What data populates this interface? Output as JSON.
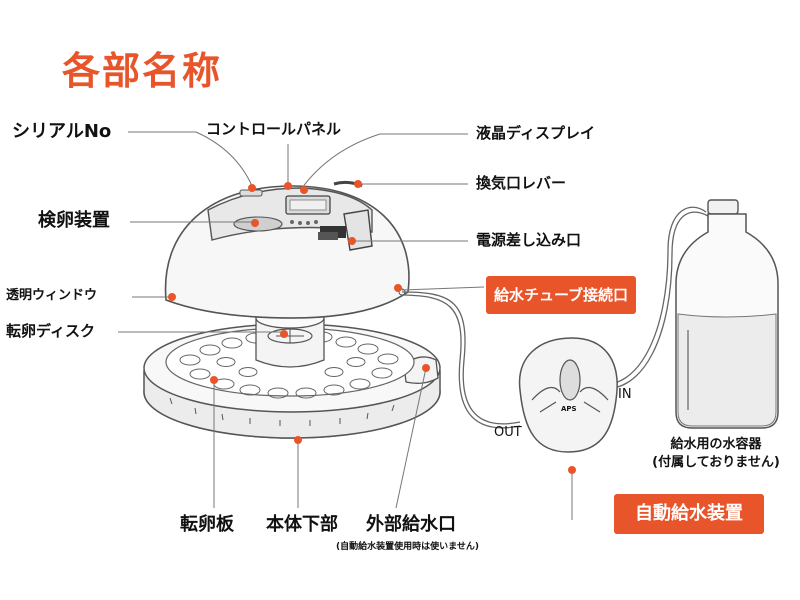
{
  "title": "各部名称",
  "labels": {
    "serial": "シリアルNo",
    "control_panel": "コントロールパネル",
    "lcd": "液晶ディスプレイ",
    "vent_lever": "換気口レバー",
    "candler": "検卵装置",
    "power_inlet": "電源差し込み口",
    "window": "透明ウィンドウ",
    "turning_disc": "転卵ディスク",
    "tube_port": "給水チューブ接続口",
    "turning_plate": "転卵板",
    "lower_body": "本体下部",
    "ext_water_inlet": "外部給水口",
    "ext_water_note": "(自動給水装置使用時は使いません)",
    "out": "OUT",
    "in": "IN",
    "pump_logo": "APS",
    "container_line1": "給水用の水容器",
    "container_line2": "(付属しておりません)",
    "auto_water": "自動給水装置"
  },
  "colors": {
    "accent": "#e8552a",
    "line": "#777777",
    "outline": "#555555",
    "dot": "#e8552a"
  }
}
